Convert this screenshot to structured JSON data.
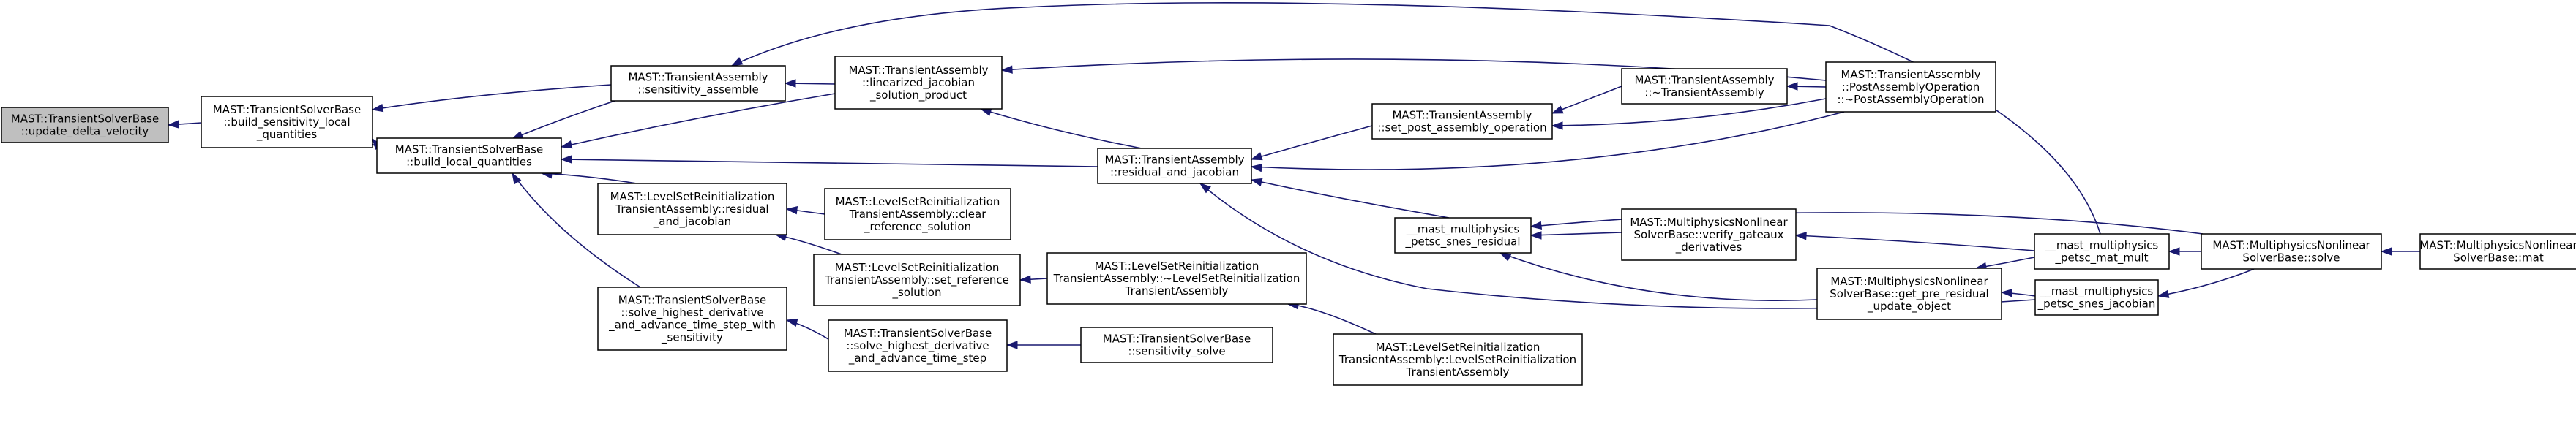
{
  "diagram": {
    "nodes": [
      {
        "id": "n0",
        "lines": [
          "MAST::TransientSolverBase",
          "::update_delta_velocity"
        ],
        "highlight": true
      },
      {
        "id": "n1",
        "lines": [
          "MAST::TransientSolverBase",
          "::build_sensitivity_local",
          "_quantities"
        ]
      },
      {
        "id": "n2",
        "lines": [
          "MAST::TransientSolverBase",
          "::build_local_quantities"
        ]
      },
      {
        "id": "n3",
        "lines": [
          "MAST::TransientAssembly",
          "::sensitivity_assemble"
        ]
      },
      {
        "id": "n4",
        "lines": [
          "MAST::LevelSetReinitialization",
          "TransientAssembly::residual",
          "_and_jacobian"
        ]
      },
      {
        "id": "n5",
        "lines": [
          "MAST::TransientSolverBase",
          "::solve_highest_derivative",
          "_and_advance_time_step_with",
          "_sensitivity"
        ]
      },
      {
        "id": "n6",
        "lines": [
          "MAST::TransientAssembly",
          "::linearized_jacobian",
          "_solution_product"
        ]
      },
      {
        "id": "n7",
        "lines": [
          "MAST::TransientAssembly",
          "::residual_and_jacobian"
        ]
      },
      {
        "id": "n8",
        "lines": [
          "MAST::LevelSetReinitialization",
          "TransientAssembly::clear",
          "_reference_solution"
        ]
      },
      {
        "id": "n9",
        "lines": [
          "MAST::LevelSetReinitialization",
          "TransientAssembly::set_reference",
          "_solution"
        ]
      },
      {
        "id": "n10",
        "lines": [
          "MAST::TransientSolverBase",
          "::solve_highest_derivative",
          "_and_advance_time_step"
        ]
      },
      {
        "id": "n11",
        "lines": [
          "MAST::LevelSetReinitialization",
          "TransientAssembly::~LevelSetReinitialization",
          "TransientAssembly"
        ]
      },
      {
        "id": "n12",
        "lines": [
          "MAST::TransientSolverBase",
          "::sensitivity_solve"
        ]
      },
      {
        "id": "n13",
        "lines": [
          "MAST::LevelSetReinitialization",
          "TransientAssembly::LevelSetReinitialization",
          "TransientAssembly"
        ]
      },
      {
        "id": "n14",
        "lines": [
          "MAST::TransientAssembly",
          "::set_post_assembly_operation"
        ]
      },
      {
        "id": "n15",
        "lines": [
          "__mast_multiphysics",
          "_petsc_snes_residual"
        ]
      },
      {
        "id": "n16",
        "lines": [
          "MAST::TransientAssembly",
          "::~TransientAssembly"
        ]
      },
      {
        "id": "n17",
        "lines": [
          "MAST::MultiphysicsNonlinear",
          "SolverBase::verify_gateaux",
          "_derivatives"
        ]
      },
      {
        "id": "n18",
        "lines": [
          "MAST::MultiphysicsNonlinear",
          "SolverBase::get_pre_residual",
          "_update_object"
        ]
      },
      {
        "id": "n19",
        "lines": [
          "MAST::TransientAssembly",
          "::PostAssemblyOperation",
          "::~PostAssemblyOperation"
        ]
      },
      {
        "id": "n20",
        "lines": [
          "__mast_multiphysics",
          "_petsc_mat_mult"
        ]
      },
      {
        "id": "n21",
        "lines": [
          "__mast_multiphysics",
          "_petsc_snes_jacobian"
        ]
      },
      {
        "id": "n22",
        "lines": [
          "MAST::MultiphysicsNonlinear",
          "SolverBase::solve"
        ]
      },
      {
        "id": "n23",
        "lines": [
          "MAST::MultiphysicsNonlinear",
          "SolverBase::mat"
        ]
      }
    ],
    "edges": [
      {
        "from": "n1",
        "to": "n0"
      },
      {
        "from": "n3",
        "to": "n1"
      },
      {
        "from": "n2",
        "to": "n1"
      },
      {
        "from": "n3",
        "to": "n2"
      },
      {
        "from": "n6",
        "to": "n2"
      },
      {
        "from": "n7",
        "to": "n2"
      },
      {
        "from": "n4",
        "to": "n2"
      },
      {
        "from": "n5",
        "to": "n2"
      },
      {
        "from": "n6",
        "to": "n3"
      },
      {
        "from": "n20",
        "to": "n3"
      },
      {
        "from": "n19",
        "to": "n6"
      },
      {
        "from": "n7",
        "to": "n6"
      },
      {
        "from": "n14",
        "to": "n7"
      },
      {
        "from": "n19",
        "to": "n7"
      },
      {
        "from": "n15",
        "to": "n7"
      },
      {
        "from": "n21",
        "to": "n7"
      },
      {
        "from": "n16",
        "to": "n14"
      },
      {
        "from": "n19",
        "to": "n14"
      },
      {
        "from": "n19",
        "to": "n16"
      },
      {
        "from": "n8",
        "to": "n4"
      },
      {
        "from": "n9",
        "to": "n4"
      },
      {
        "from": "n11",
        "to": "n9"
      },
      {
        "from": "n13",
        "to": "n11"
      },
      {
        "from": "n10",
        "to": "n5"
      },
      {
        "from": "n12",
        "to": "n10"
      },
      {
        "from": "n17",
        "to": "n15"
      },
      {
        "from": "n18",
        "to": "n15"
      },
      {
        "from": "n22",
        "to": "n15"
      },
      {
        "from": "n20",
        "to": "n17"
      },
      {
        "from": "n20",
        "to": "n18"
      },
      {
        "from": "n21",
        "to": "n18"
      },
      {
        "from": "n22",
        "to": "n20"
      },
      {
        "from": "n22",
        "to": "n21"
      },
      {
        "from": "n23",
        "to": "n22"
      }
    ]
  }
}
